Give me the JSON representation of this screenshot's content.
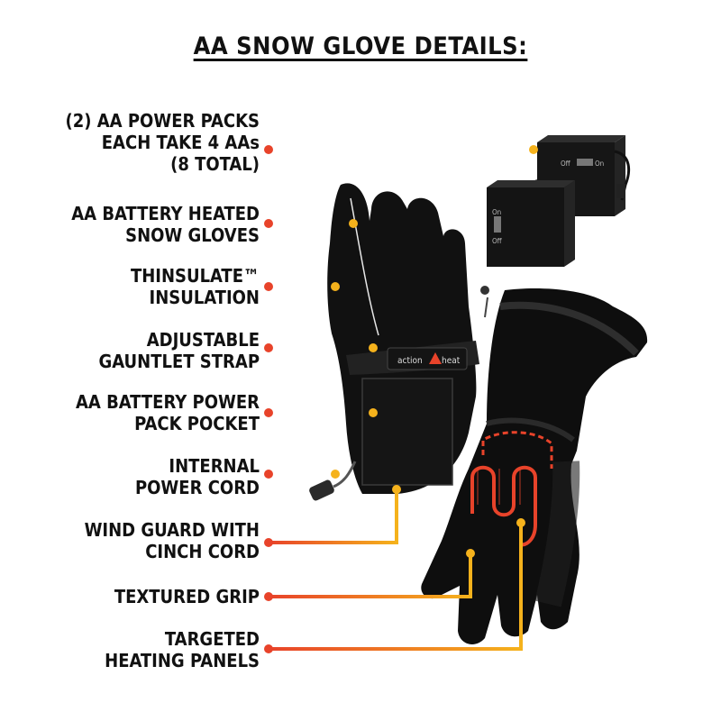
{
  "title": "AA SNOW GLOVE DETAILS:",
  "callouts": [
    {
      "lines": [
        "(2) AA POWER PACKS",
        "EACH TAKE 4 AAs",
        "(8 TOTAL)"
      ]
    },
    {
      "lines": [
        "AA BATTERY HEATED",
        "SNOW GLOVES"
      ]
    },
    {
      "lines": [
        "THINSULATE™",
        "INSULATION"
      ]
    },
    {
      "lines": [
        "ADJUSTABLE",
        "GAUNTLET STRAP"
      ]
    },
    {
      "lines": [
        "AA BATTERY POWER",
        "PACK POCKET"
      ]
    },
    {
      "lines": [
        "INTERNAL",
        "POWER CORD"
      ]
    },
    {
      "lines": [
        "WIND GUARD WITH",
        "CINCH CORD"
      ]
    },
    {
      "lines": [
        "TEXTURED GRIP"
      ]
    },
    {
      "lines": [
        "TARGETED",
        "HEATING PANELS"
      ]
    }
  ],
  "brand": {
    "action": "action",
    "heat": "heat"
  },
  "battery_pack": {
    "off": "Off",
    "on": "On"
  },
  "colors": {
    "line_start": "#e8432a",
    "line_end": "#f5b21c",
    "heating_element": "#e8432a",
    "glove": "#111111"
  }
}
